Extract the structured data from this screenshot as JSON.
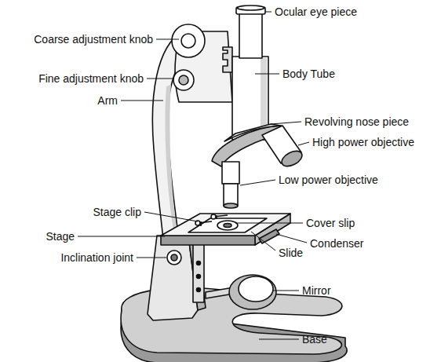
{
  "diagram": {
    "labels": [
      "Ocular eye piece",
      "Body Tube",
      "Coarse adjustment knob",
      "Fine adjustment knob",
      "Revolving nose piece",
      "Arm",
      "High power objective",
      "Low power objective",
      "Stage clip",
      "Cover slip",
      "Stage",
      "Condenser",
      "Slide",
      "Inclination joint",
      "Mirror",
      "Base"
    ]
  }
}
